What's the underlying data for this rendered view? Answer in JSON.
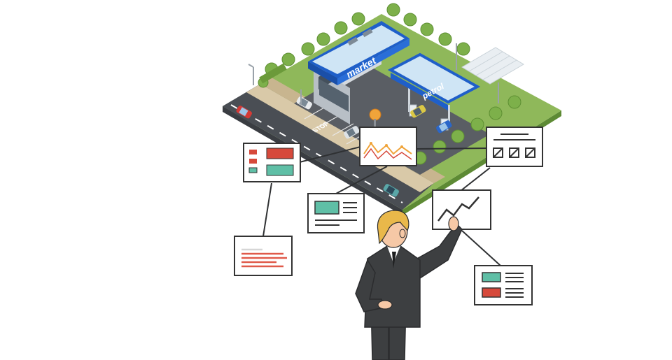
{
  "signs": {
    "market": "market",
    "petrol": "petrol",
    "stop": "STOP"
  },
  "colors": {
    "grass": "#8fb85a",
    "grass_dark": "#6f9a3c",
    "road": "#4a4e54",
    "sidewalk": "#d9c9a8",
    "roof_blue": "#1f5fc9",
    "roof_light": "#cfe5f5",
    "suit": "#3d3f41",
    "hair": "#e9b84a",
    "skin": "#f6c8a6",
    "accent_red": "#d6493b",
    "accent_teal": "#5fbfa6",
    "chart_orange": "#f0a43a",
    "panel_border": "#333333"
  },
  "icons": [
    "dashboard-card-icon",
    "line-chart-icon",
    "article-card-icon",
    "checkbox-panel-icon",
    "trend-chart-icon",
    "text-lines-icon",
    "list-card-icon"
  ]
}
